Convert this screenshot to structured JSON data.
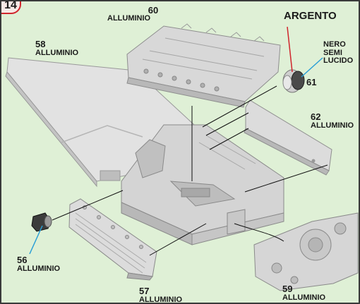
{
  "step_number": "14",
  "colors": {
    "background": "#dff0d6",
    "accent_red": "#d0262d",
    "line_blue": "#2a9fd6",
    "part": "#d9d9d9"
  },
  "parts": [
    {
      "id": "p58",
      "number": "58",
      "material": "ALLUMINIO"
    },
    {
      "id": "p60",
      "number": "60",
      "material": "ALLUMINIO"
    },
    {
      "id": "p61",
      "number": "61",
      "material": ""
    },
    {
      "id": "p62",
      "number": "62",
      "material": "ALLUMINIO"
    },
    {
      "id": "p56",
      "number": "56",
      "material": "ALLUMINIO"
    },
    {
      "id": "p57",
      "number": "57",
      "material": "ALLUMINIO"
    },
    {
      "id": "p59",
      "number": "59",
      "material": "ALLUMINIO"
    }
  ],
  "callouts": {
    "argento": "ARGENTO",
    "nero_line1": "NERO",
    "nero_line2": "SEMI",
    "nero_line3": "LUCIDO"
  }
}
